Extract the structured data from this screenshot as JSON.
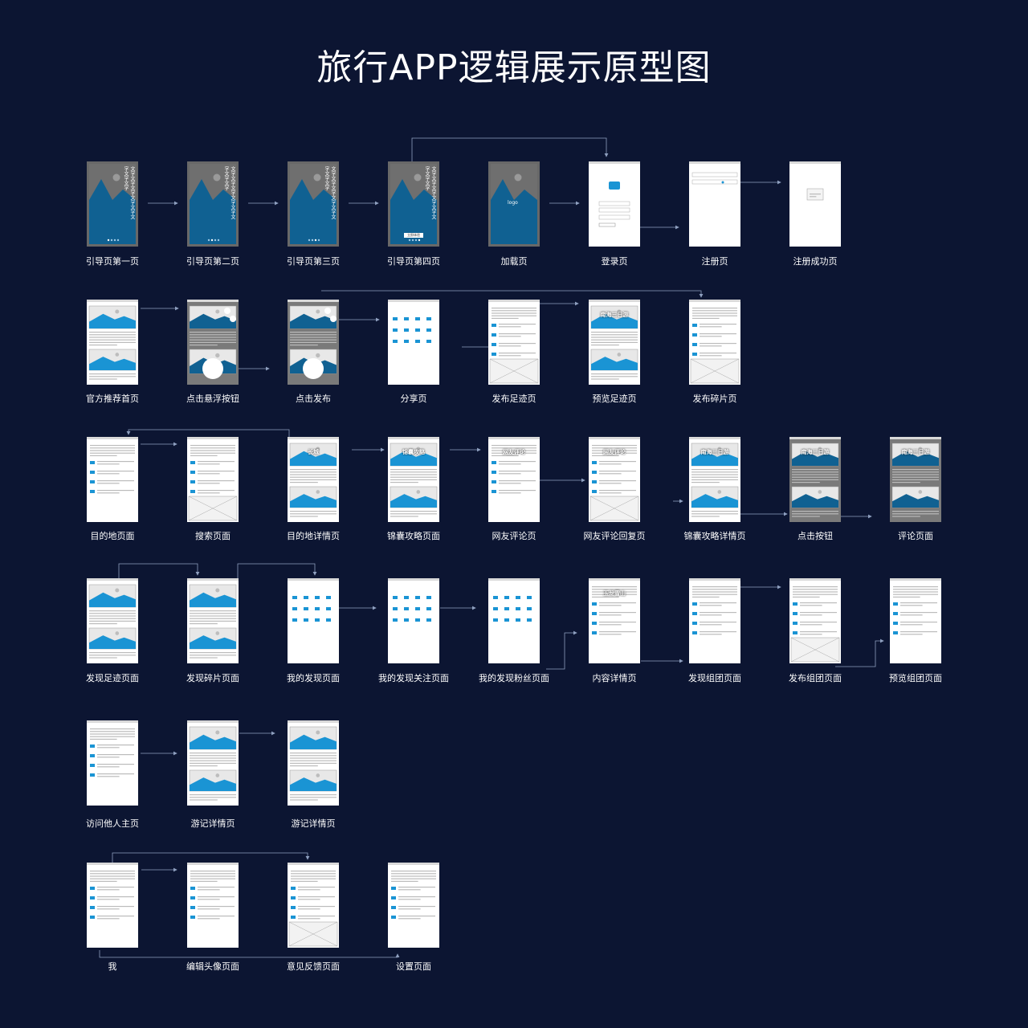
{
  "title": "旅行APP逻辑展示原型图",
  "colors": {
    "background": "#0c1532",
    "accent": "#1a94d4",
    "dark_blue": "#106192",
    "gray_frame": "#686868"
  },
  "screens": [
    {
      "label": "引导页第一页",
      "vtext": "文字文字文字文字文字文字文字文字"
    },
    {
      "label": "引导页第二页",
      "vtext": "文字文字文字文字文字文字文字文字"
    },
    {
      "label": "引导页第三页",
      "vtext": "文字文字文字文字文字文字文字文字"
    },
    {
      "label": "引导页第四页",
      "vtext": "文字文字文字文字文字文字文字文字",
      "button": "立即体验"
    },
    {
      "label": "加载页",
      "logo": "logo"
    },
    {
      "label": "登录页"
    },
    {
      "label": "注册页"
    },
    {
      "label": "注册成功页"
    },
    {
      "label": "官方推荐首页"
    },
    {
      "label": "点击悬浮按钮"
    },
    {
      "label": "点击发布"
    },
    {
      "label": "分享页"
    },
    {
      "label": "发布足迹页"
    },
    {
      "label": "预览足迹页",
      "heading": "南海三日游"
    },
    {
      "label": "发布碎片页"
    },
    {
      "label": "目的地页面"
    },
    {
      "label": "搜索页面"
    },
    {
      "label": "目的地详情页",
      "heading": "长城"
    },
    {
      "label": "锦囊攻略页面",
      "heading": "锦囊攻略"
    },
    {
      "label": "网友评论页",
      "heading": "网友评论"
    },
    {
      "label": "网友评论回复页",
      "heading": "网友评论"
    },
    {
      "label": "锦囊攻略详情页",
      "heading": "南海三日游"
    },
    {
      "label": "点击按钮",
      "heading": "南海三日游"
    },
    {
      "label": "评论页面",
      "heading": "南海三日游"
    },
    {
      "label": "发现足迹页面"
    },
    {
      "label": "发现碎片页面"
    },
    {
      "label": "我的发现页面"
    },
    {
      "label": "我的发现关注页面"
    },
    {
      "label": "我的发现粉丝页面"
    },
    {
      "label": "内容详情页",
      "heading": "玉龙雪山"
    },
    {
      "label": "发现组团页面"
    },
    {
      "label": "发布组团页面"
    },
    {
      "label": "预览组团页面"
    },
    {
      "label": "访问他人主页"
    },
    {
      "label": "游记详情页"
    },
    {
      "label": "游记详情页"
    },
    {
      "label": "我"
    },
    {
      "label": "编辑头像页面"
    },
    {
      "label": "意见反馈页面"
    },
    {
      "label": "设置页面"
    }
  ]
}
